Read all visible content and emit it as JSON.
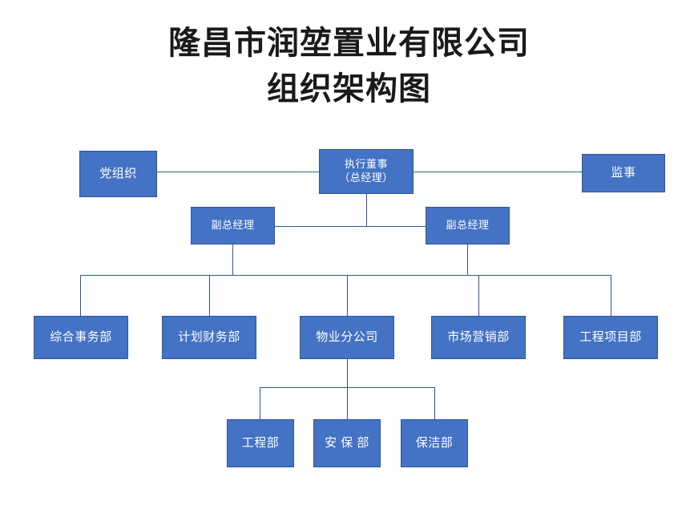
{
  "title": {
    "line1": "隆昌市润堃置业有限公司",
    "line2": "组织架构图"
  },
  "colors": {
    "node_fill": "#4472c4",
    "node_border": "#2f5597",
    "connector_teal": "#1f6e66",
    "connector_blue": "#2f5597",
    "node_text": "#ffffff",
    "title_text": "#1a1a1a",
    "background": "#ffffff"
  },
  "chart_data": {
    "type": "diagram",
    "subtype": "organizational-chart",
    "title": "隆昌市润堃置业有限公司组织架构图",
    "orientation": "top-down",
    "levels": [
      {
        "level": 1,
        "nodes": [
          "党组织",
          "执行董事（总经理）",
          "监事"
        ]
      },
      {
        "level": 2,
        "nodes": [
          "副总经理",
          "副总经理"
        ]
      },
      {
        "level": 3,
        "nodes": [
          "综合事务部",
          "计划财务部",
          "物业分公司",
          "市场营销部",
          "工程项目部"
        ]
      },
      {
        "level": 4,
        "nodes": [
          "工程部",
          "安 保 部",
          "保洁部"
        ]
      }
    ],
    "edges": [
      {
        "from": "党组织",
        "to": "执行董事（总经理）",
        "style": "horizontal"
      },
      {
        "from": "执行董事（总经理）",
        "to": "监事",
        "style": "horizontal"
      },
      {
        "from": "执行董事（总经理）",
        "to": "副总经理（左）",
        "style": "tree"
      },
      {
        "from": "执行董事（总经理）",
        "to": "副总经理（右）",
        "style": "tree"
      },
      {
        "from": "副总经理（左）",
        "to": "综合事务部",
        "style": "tree"
      },
      {
        "from": "副总经理（左）",
        "to": "计划财务部",
        "style": "tree"
      },
      {
        "from": "副总经理（左）",
        "to": "物业分公司",
        "style": "tree"
      },
      {
        "from": "副总经理（右）",
        "to": "市场营销部",
        "style": "tree"
      },
      {
        "from": "副总经理（右）",
        "to": "工程项目部",
        "style": "tree"
      },
      {
        "from": "物业分公司",
        "to": "工程部",
        "style": "tree"
      },
      {
        "from": "物业分公司",
        "to": "安 保 部",
        "style": "tree"
      },
      {
        "from": "物业分公司",
        "to": "保洁部",
        "style": "tree"
      }
    ]
  },
  "nodes": {
    "party_org": {
      "label": "党组织"
    },
    "executive_director": {
      "label": "执行董事\n（总经理）"
    },
    "supervisor": {
      "label": "监事"
    },
    "deputy_gm_left": {
      "label": "副总经理"
    },
    "deputy_gm_right": {
      "label": "副总经理"
    },
    "general_affairs": {
      "label": "综合事务部"
    },
    "planning_finance": {
      "label": "计划财务部"
    },
    "property_branch": {
      "label": "物业分公司"
    },
    "marketing": {
      "label": "市场营销部"
    },
    "engineering_project": {
      "label": "工程项目部"
    },
    "engineering_dept": {
      "label": "工程部"
    },
    "security_dept": {
      "label": "安 保 部"
    },
    "cleaning_dept": {
      "label": "保洁部"
    }
  }
}
